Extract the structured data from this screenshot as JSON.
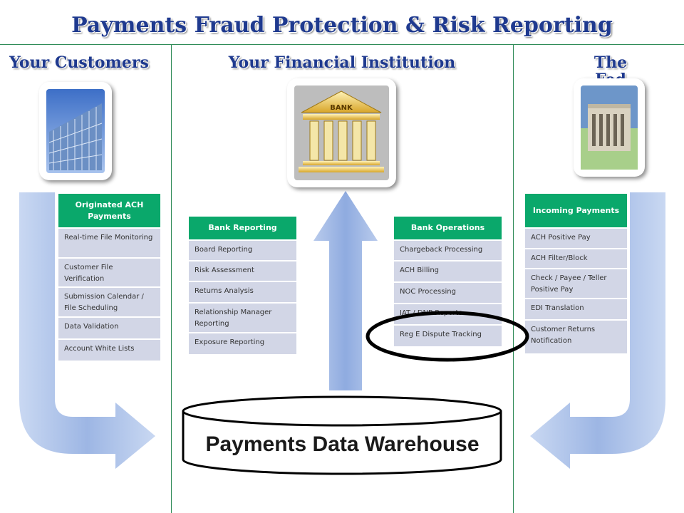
{
  "title": "Payments Fraud Protection & Risk Reporting",
  "columns": {
    "customers": {
      "title": "Your Customers"
    },
    "institution": {
      "title": "Your Financial Institution"
    },
    "fed": {
      "title_line1": "The",
      "title_line2": "Fed"
    }
  },
  "images": {
    "bank_sign": "BANK"
  },
  "panels": {
    "originated": {
      "header": "Originated ACH Payments",
      "items": [
        "Real-time File Monitoring",
        "Customer File Verification",
        "Submission Calendar / File Scheduling",
        "Data Validation",
        "Account White Lists"
      ]
    },
    "bank_reporting": {
      "header": "Bank Reporting",
      "items": [
        "Board Reporting",
        "Risk Assessment",
        "Returns Analysis",
        "Relationship Manager Reporting",
        "Exposure Reporting"
      ]
    },
    "bank_operations": {
      "header": "Bank Operations",
      "items": [
        "Chargeback Processing",
        "ACH Billing",
        "NOC Processing",
        "IAT / DNP Reports",
        "Reg E Dispute Tracking"
      ]
    },
    "incoming": {
      "header": "Incoming Payments",
      "items": [
        "ACH Positive Pay",
        "ACH Filter/Block",
        "Check / Payee / Teller Positive Pay",
        "EDI Translation",
        "Customer Returns Notification"
      ]
    }
  },
  "warehouse": {
    "label": "Payments Data Warehouse"
  },
  "colors": {
    "title": "#1f3a8f",
    "divider": "#2e8b57",
    "panel_header": "#0aa86b",
    "panel_item": "#d2d6e6",
    "arrow": "#a9bfe6",
    "highlight_ellipse": "#000000"
  }
}
